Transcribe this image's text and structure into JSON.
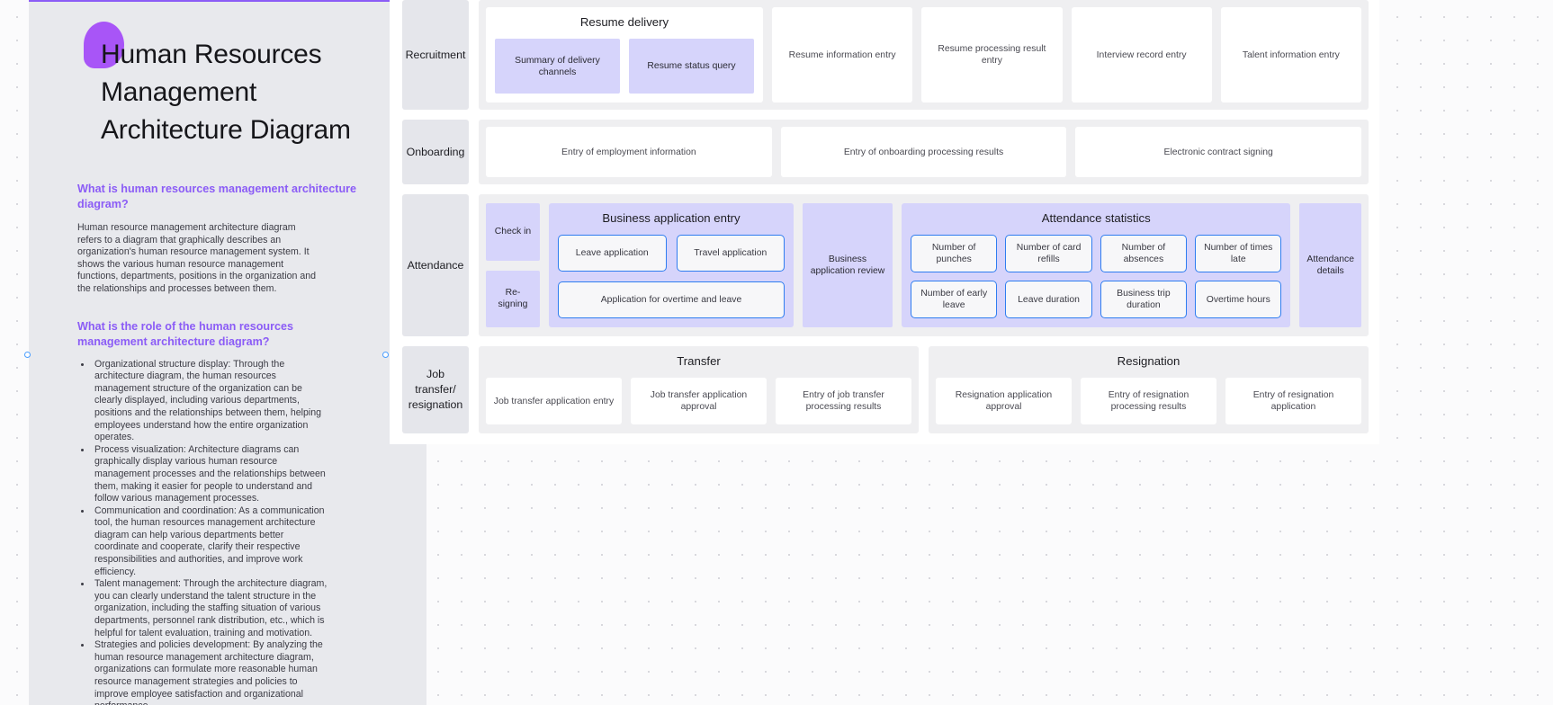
{
  "panel": {
    "title": "Human Resources Management Architecture Diagram",
    "section1_heading": "What is human resources management architecture diagram?",
    "section1_paragraph": "Human resource management architecture diagram refers to a diagram that graphically describes an organization's human resource management system. It shows the various human resource management functions, departments, positions in the organization and the relationships and processes between them.",
    "section2_heading": "What is the role of the human resources management architecture diagram?",
    "bullets": [
      "Organizational structure display: Through the architecture diagram, the human resources management structure of the organization can be clearly displayed, including various departments, positions and the relationships between them, helping employees understand how the entire organization operates.",
      "Process visualization: Architecture diagrams can graphically display various human resource management processes and the relationships between them, making it easier for people to understand and follow various management processes.",
      "Communication and coordination: As a communication tool, the human resources management architecture diagram can help various departments better coordinate and cooperate, clarify their respective responsibilities and authorities, and improve work efficiency.",
      "Talent management: Through the architecture diagram, you can clearly understand the talent structure in the organization, including the staffing situation of various departments, personnel rank distribution, etc., which is helpful for talent evaluation, training and motivation.",
      "Strategies and policies development: By analyzing the human resource management architecture diagram, organizations can formulate more reasonable human resource management strategies and policies to improve employee satisfaction and organizational performance."
    ]
  },
  "colors": {
    "accent_purple": "#8b5cf6",
    "blob_purple": "#a855f7",
    "lavender": "#d6d4fb",
    "blue_border": "#2f7df0",
    "panel_bg": "#e8e9ed",
    "row_label_bg": "#e5e6eb",
    "row_body_bg": "#efeff1"
  },
  "diagram": {
    "rows": [
      {
        "label": "Recruitment",
        "group": {
          "title": "Resume delivery",
          "chips": [
            "Summary of delivery channels",
            "Resume status query"
          ]
        },
        "cards": [
          "Resume information entry",
          "Resume processing result entry",
          "Interview record entry",
          "Talent information entry"
        ]
      },
      {
        "label": "Onboarding",
        "cards": [
          "Entry of employment information",
          "Entry of onboarding processing results",
          "Electronic contract signing"
        ]
      },
      {
        "label": "Attendance",
        "left_chips": [
          "Check in",
          "Re-signing"
        ],
        "business_application": {
          "title": "Business application entry",
          "row1": [
            "Leave application",
            "Travel application"
          ],
          "row2": [
            "Application for overtime and leave"
          ]
        },
        "review_chip": "Business application review",
        "attendance_statistics": {
          "title": "Attendance statistics",
          "row1": [
            "Number of punches",
            "Number of card refills",
            "Number of absences",
            "Number of times late"
          ],
          "row2": [
            "Number of early leave",
            "Leave duration",
            "Business trip duration",
            "Overtime hours"
          ]
        },
        "details_chip": "Attendance details"
      },
      {
        "label": "Job transfer/ resignation",
        "transfer": {
          "title": "Transfer",
          "cards": [
            "Job transfer application entry",
            "Job transfer application approval",
            "Entry of job transfer processing results"
          ]
        },
        "resignation": {
          "title": "Resignation",
          "cards": [
            "Resignation application approval",
            "Entry of resignation processing results",
            "Entry of resignation application"
          ]
        }
      }
    ]
  }
}
